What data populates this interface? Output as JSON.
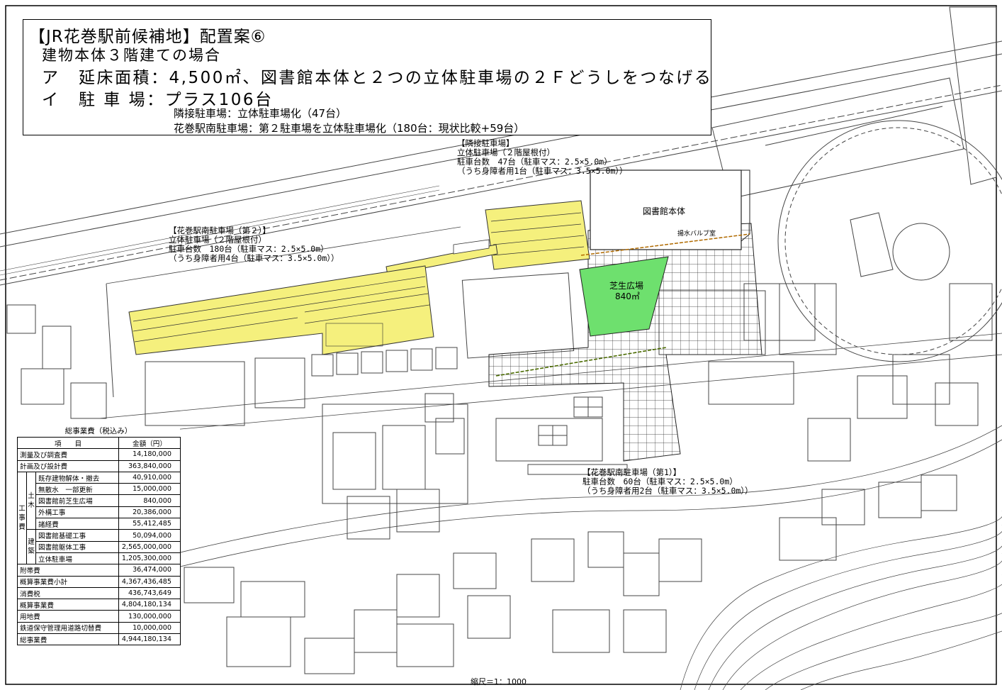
{
  "header": {
    "title": "【JR花巻駅前候補地】配置案⑥",
    "subtitle": "建物本体３階建ての場合",
    "line_a_mark": "ア",
    "line_a_label": "延床面積：",
    "line_a_text": "4,500㎡、図書館本体と２つの立体駐車場の２Ｆどうしをつなげる",
    "line_i_mark": "イ",
    "line_i_label": "駐 車 場：",
    "line_i_text": "プラス106台",
    "detail_1": "隣接駐車場：立体駐車場化（47台）",
    "detail_2": "花巻駅南駐車場：第２駐車場を立体駐車場化（180台：現状比較+59台）"
  },
  "annotations": {
    "adjacent": [
      "【隣接駐車場】",
      "立体駐車場（２階屋根付）",
      "駐車台数　47台（駐車マス：2.5×5.0m）",
      "（うち身障者用1台（駐車マス：3.5×5.0m））"
    ],
    "south2": [
      "【花巻駅南駐車場（第２）】",
      "立体駐車場（２階屋根付）",
      "駐車台数　180台（駐車マス：2.5×5.0m）",
      "（うち身障者用4台（駐車マス：3.5×5.0m））"
    ],
    "south1": [
      "【花巻駅南駐車場（第1）】",
      "駐車台数　60台（駐車マス：2.5×5.0m）",
      "（うち身障者用2台（駐車マス：3.5×5.0m））"
    ]
  },
  "labels": {
    "library": "図書館本体",
    "pump_room": "揚水バルブ室",
    "lawn": "芝生広場",
    "lawn_area": "840㎡"
  },
  "cost_table": {
    "title": "総事業費（税込み）",
    "col_item": "項　　目",
    "col_amount": "金額（円）",
    "rows": [
      {
        "item": "測量及び調査費",
        "amount": "14,180,000"
      },
      {
        "item": "計画及び設計費",
        "amount": "363,840,000"
      }
    ],
    "construction_group": "工事費",
    "civil_group": "土木",
    "building_group": "建築",
    "civil_rows": [
      {
        "item": "既存建物解体・撤去",
        "amount": "40,910,000"
      },
      {
        "item": "無散水　一部更新",
        "amount": "15,000,000"
      },
      {
        "item": "図書館前芝生広場",
        "amount": "840,000"
      },
      {
        "item": "外構工事",
        "amount": "20,386,000"
      },
      {
        "item": "諸経費",
        "amount": "55,412,485"
      }
    ],
    "building_rows": [
      {
        "item": "図書館基礎工事",
        "amount": "50,094,000"
      },
      {
        "item": "図書館躯体工事",
        "amount": "2,565,000,000"
      },
      {
        "item": "立体駐車場",
        "amount": "1,205,300,000"
      }
    ],
    "tail_rows": [
      {
        "item": "附帯費",
        "amount": "36,474,000"
      },
      {
        "item": "概算事業費小計",
        "amount": "4,367,436,485"
      },
      {
        "item": "消費税",
        "amount": "436,743,649"
      },
      {
        "item": "概算事業費",
        "amount": "4,804,180,134"
      },
      {
        "item": "用地費",
        "amount": "130,000,000"
      },
      {
        "item": "鉄道保守管理用道路切替費",
        "amount": "10,000,000"
      },
      {
        "item": "総事業費",
        "amount": "4,944,180,134"
      }
    ]
  },
  "scale_label": "縮尺＝1：1000",
  "colors": {
    "parking": "#f5f07d",
    "lawn": "#6ee06e",
    "line": "#333333"
  }
}
